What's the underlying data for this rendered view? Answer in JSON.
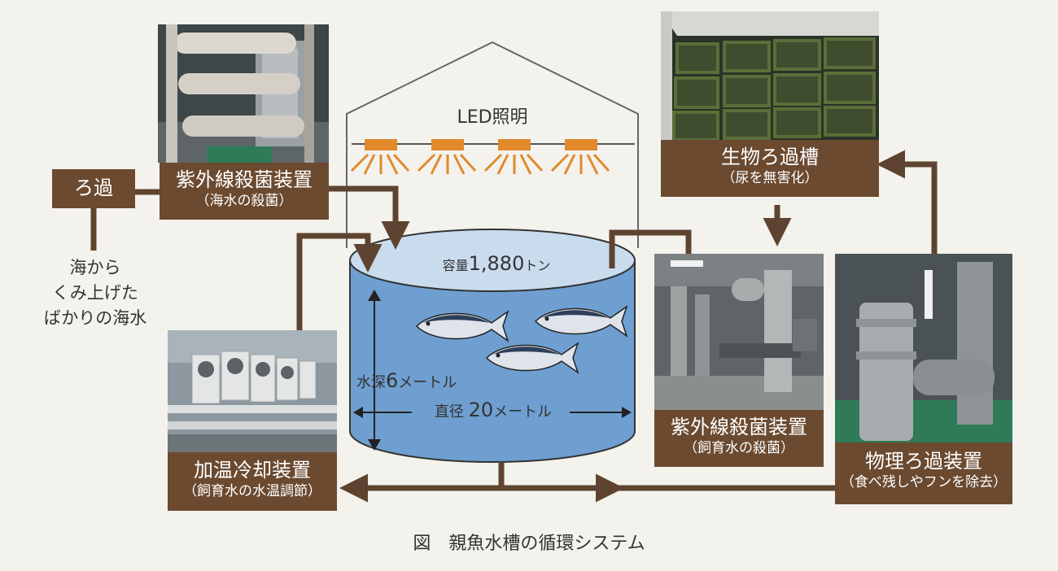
{
  "filter_label": "ろ過",
  "seawater_source": [
    "海から",
    "くみ上げた",
    "ばかりの海水"
  ],
  "uv_seawater": {
    "title": "紫外線殺菌装置",
    "sub": "（海水の殺菌）"
  },
  "led_label": "LED照明",
  "tank": {
    "capacity_prefix": "容量",
    "capacity_value": "1,880",
    "capacity_unit": "トン",
    "depth_prefix": "水深",
    "depth_value": "6",
    "depth_unit": "メートル",
    "diameter_prefix": "直径",
    "diameter_value": "20",
    "diameter_unit": "メートル"
  },
  "bio_filter": {
    "title": "生物ろ過槽",
    "sub": "（尿を無害化）"
  },
  "uv_rearing": {
    "title": "紫外線殺菌装置",
    "sub": "（飼育水の殺菌）"
  },
  "physical_filter": {
    "title": "物理ろ過装置",
    "sub": "（食べ残しやフンを除去）"
  },
  "heater_cooler": {
    "title": "加温冷却装置",
    "sub": "（飼育水の水温調節）"
  },
  "caption": "図　親魚水槽の循環システム",
  "colors": {
    "background": "#f4f2ed",
    "box_brown": "#6b4a30",
    "arrow_brown": "#5e4430",
    "water_blue": "#6e9fd0",
    "water_dark": "#4e7fb6",
    "led_orange": "#e08a2c"
  }
}
